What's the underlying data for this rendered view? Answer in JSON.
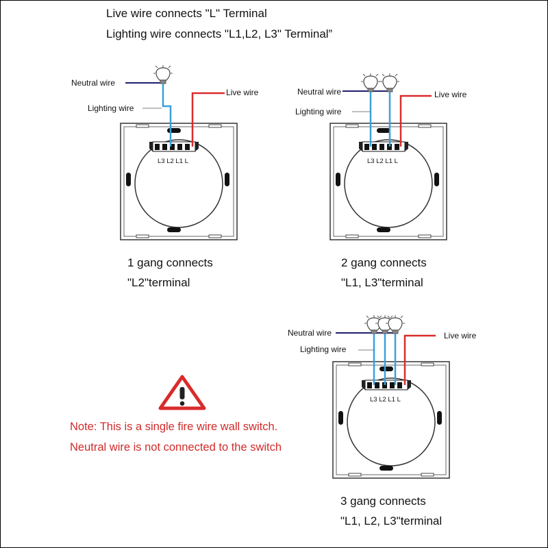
{
  "header": {
    "line1": "Live wire connects \"L\" Terminal",
    "line2": "Lighting wire connects \"L1,L2, L3\" Terminal”"
  },
  "labels": {
    "neutral": "Neutral wire",
    "live": "Live wire",
    "lighting": "Lighting wire",
    "terminals": "L3 L2 L1  L"
  },
  "gangs": [
    {
      "line1": "1 gang connects",
      "line2": "\"L2\"terminal"
    },
    {
      "line1": "2 gang connects",
      "line2": "\"L1, L3\"terminal"
    },
    {
      "line1": "3 gang connects",
      "line2": "\"L1, L2, L3\"terminal"
    }
  ],
  "note": {
    "line1": "Note: This is a single fire wire wall switch.",
    "line2": "Neutral wire is not connected to the switch"
  },
  "colors": {
    "neutral_wire": "#1e1e6e",
    "lighting_wire": "#3aa0d8",
    "live_wire": "#d92b2b",
    "warning": "#d92b2b",
    "note_text": "#d22a2a"
  },
  "icons": [
    "light-bulb-icon",
    "warning-triangle-icon"
  ]
}
